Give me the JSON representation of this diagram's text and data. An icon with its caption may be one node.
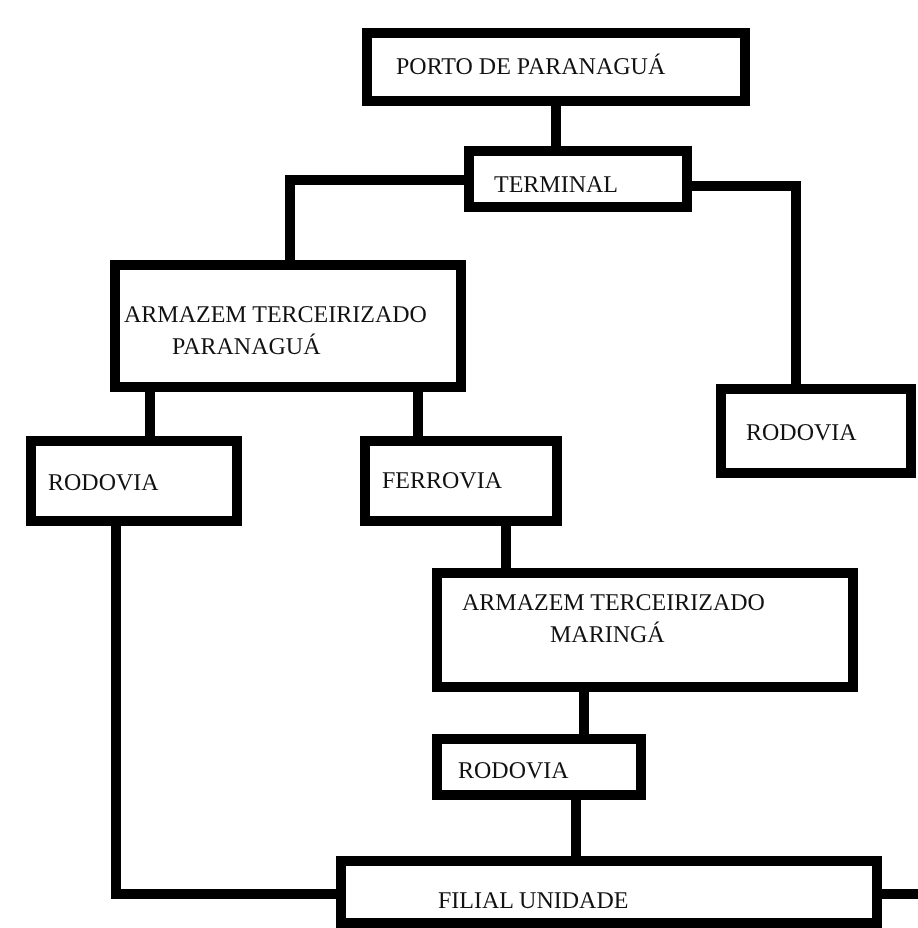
{
  "diagram": {
    "nodes": [
      {
        "text": [
          "PORTO DE PARANAGUÁ"
        ]
      },
      {
        "text": [
          "TERMINAL"
        ]
      },
      {
        "text": [
          "ARMAZEM TERCEIRIZADO PARANAGUÁ"
        ]
      },
      {
        "text": [
          "RODOVIA"
        ]
      },
      {
        "text": [
          "RODOVIA"
        ]
      },
      {
        "text": [
          "FERROVIA"
        ]
      },
      {
        "text": [
          "ARMAZEM TERCEIRIZADO MARINGÁ"
        ]
      },
      {
        "text": [
          "RODOVIA"
        ]
      },
      {
        "text": [
          "FILIAL UNIDADE"
        ]
      }
    ],
    "edges": [
      {
        "from": 0,
        "to": 1,
        "arrow": "none"
      },
      {
        "from": 1,
        "to": 2,
        "arrow": "none"
      },
      {
        "from": 1,
        "to": 3,
        "arrow": "none"
      },
      {
        "from": 2,
        "to": 4,
        "arrow": "none"
      },
      {
        "from": 2,
        "to": 5,
        "arrow": "none"
      },
      {
        "from": 5,
        "to": 6,
        "arrow": "none"
      },
      {
        "from": 6,
        "to": 7,
        "arrow": "none"
      },
      {
        "from": 4,
        "to": 8,
        "arrow": "none"
      },
      {
        "from": 7,
        "to": 8,
        "arrow": "none"
      },
      {
        "from": 8,
        "to": null,
        "arrow": "none"
      }
    ]
  }
}
